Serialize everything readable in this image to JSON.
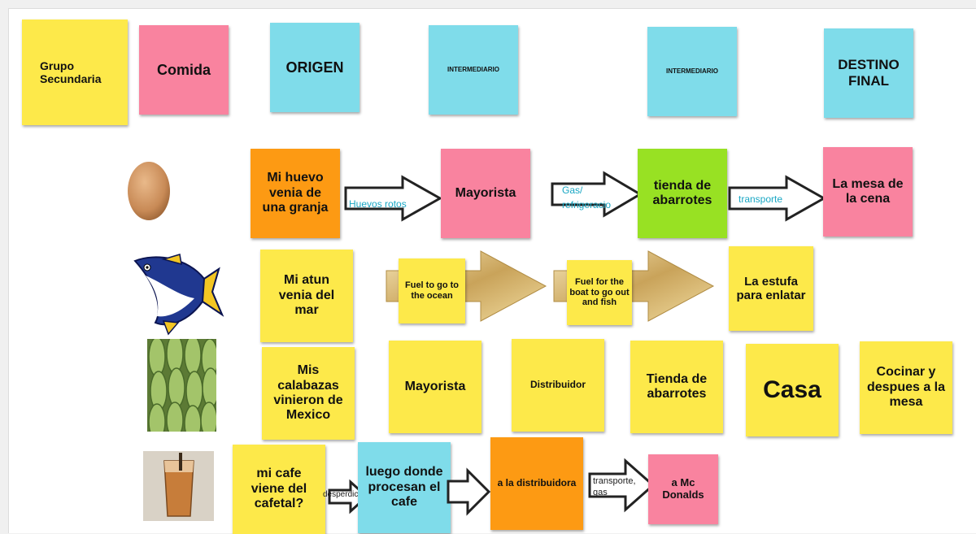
{
  "header": {
    "grupo": "Grupo Secundaria",
    "comida": "Comida",
    "origen": "ORIGEN",
    "intermediario1": "INTERMEDIARIO",
    "intermediario2": "INTERMEDIARIO",
    "destino": "DESTINO FINAL"
  },
  "rows": {
    "huevo": {
      "icon": "egg-icon",
      "origen": "Mi huevo venia de una granja",
      "arrow1": "Huevos rotos",
      "mayorista": "Mayorista",
      "arrow2": "Gas/ refrigeracio",
      "tienda": "tienda de abarrotes",
      "arrow3": "transporte",
      "destino": "La mesa de la cena"
    },
    "atun": {
      "icon": "tuna-fish-icon",
      "origen": "Mi atun venia del mar",
      "fuel1": "Fuel to go to the ocean",
      "fuel2": "Fuel for the boat to go out and fish",
      "destino": "La estufa para enlatar"
    },
    "calabaza": {
      "icon": "zucchini-icon",
      "origen": "Mis calabazas vinieron de Mexico",
      "mayorista": "Mayorista",
      "distribuidor": "Distribuidor",
      "tienda": "Tienda de abarrotes",
      "casa": "Casa",
      "destino": "Cocinar y despues a la mesa"
    },
    "cafe": {
      "icon": "iced-coffee-icon",
      "origen": "mi cafe viene del cafetal?",
      "arrow1": "desperdicio",
      "procesan": "luego donde procesan el cafe",
      "distribuidora": "a la distribuidora",
      "arrow3": "transporte, gas",
      "destino": "a Mc Donalds"
    }
  },
  "colors": {
    "yellow": "#fde94a",
    "pink": "#f9839f",
    "cyan": "#7fdcea",
    "orange": "#fd9a13",
    "green": "#98e123",
    "arrow_label": "#1aa7c4"
  }
}
